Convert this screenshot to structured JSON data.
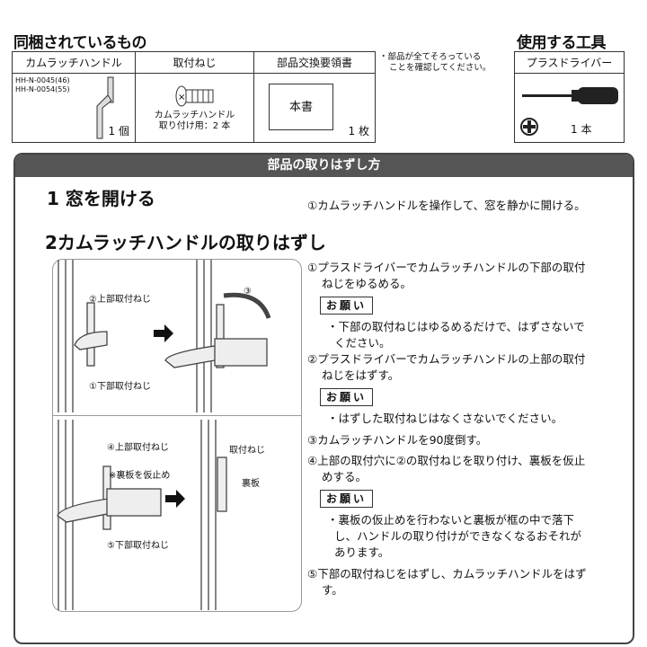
{
  "included": {
    "title": "同梱されているもの",
    "headers": [
      "カムラッチハンドル",
      "取付ねじ",
      "部品交換要領書"
    ],
    "handle": {
      "models": [
        "HH-N-0045(46)",
        "HH-N-0054(55)"
      ],
      "qty": "1 個"
    },
    "screw": {
      "desc1": "カムラッチハンドル",
      "desc2": "取り付け用：2 本"
    },
    "manual": {
      "box": "本書",
      "qty": "1 枚"
    },
    "note1": "・部品が全てそろっている",
    "note2": "ことを確認してください。"
  },
  "tools": {
    "title": "使用する工具",
    "header": "プラスドライバー",
    "qty": "1 本"
  },
  "section": {
    "title": "部品の取りはずし方",
    "step1": {
      "title": "1 窓を開ける",
      "text": "①カムラッチハンドルを操作して、窓を静かに開ける。"
    },
    "step2": {
      "title": "2カムラッチハンドルの取りはずし",
      "labels": {
        "upper_screw": "②上部取付ねじ",
        "lower_screw": "①下部取付ねじ",
        "circle3": "③",
        "upper_screw4": "④上部取付ねじ",
        "temp": "※裏板を仮止め",
        "lower_screw5": "⑤下部取付ねじ",
        "screw": "取付ねじ",
        "backplate": "裏板"
      },
      "onegai": "お願い",
      "i1a": "①プラスドライバーでカムラッチハンドルの下部の取付",
      "i1b": "ねじをゆるめる。",
      "n1a": "・下部の取付ねじはゆるめるだけで、はずさないで",
      "n1b": "ください。",
      "i2a": "②プラスドライバーでカムラッチハンドルの上部の取付",
      "i2b": "ねじをはずす。",
      "n2": "・はずした取付ねじはなくさないでください。",
      "i3": "③カムラッチハンドルを90度倒す。",
      "i4a": "④上部の取付穴に②の取付ねじを取り付け、裏板を仮止",
      "i4b": "めする。",
      "n4a": "・裏板の仮止めを行わないと裏板が框の中で落下",
      "n4b": "し、ハンドルの取り付けができなくなるおそれが",
      "n4c": "あります。",
      "i5a": "⑤下部の取付ねじをはずし、カムラッチハンドルをはず",
      "i5b": "す。"
    }
  }
}
